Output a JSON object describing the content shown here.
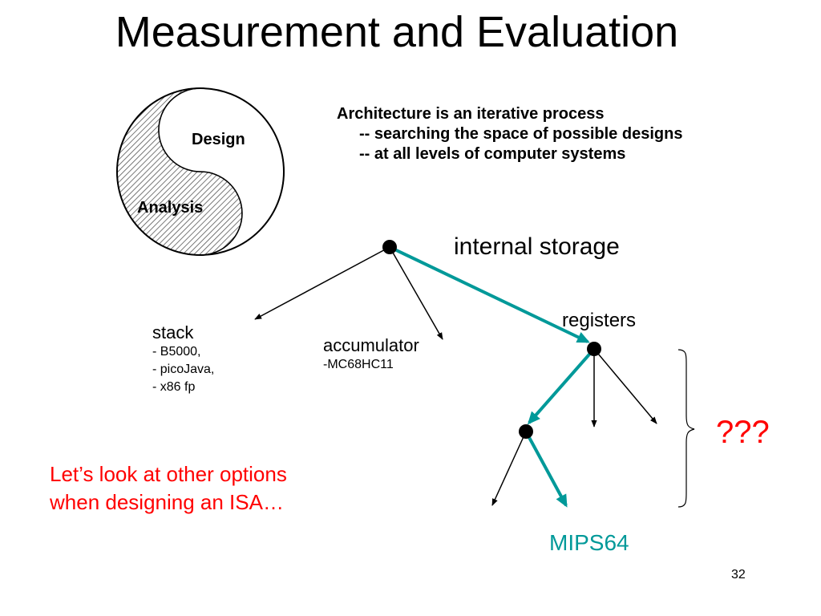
{
  "slide": {
    "title": "Measurement and Evaluation",
    "page_number": "32"
  },
  "yin_yang": {
    "design_label": "Design",
    "analysis_label": "Analysis"
  },
  "architecture": {
    "line1": "Architecture is an iterative process",
    "line2": "-- searching the space  of possible designs",
    "line3": "-- at all levels of computer systems"
  },
  "tree": {
    "root_label": "internal storage",
    "registers_label": "registers",
    "stack": {
      "label": "stack",
      "examples": [
        "- B5000,",
        "- picoJava,",
        "- x86 fp"
      ]
    },
    "accumulator": {
      "label": "accumulator",
      "example": "-MC68HC11"
    },
    "unknown_label": "???",
    "mips_label": "MIPS64"
  },
  "callout": {
    "line1": "Let’s look at other options",
    "line2": "when designing an ISA…"
  },
  "colors": {
    "highlight_path": "#009999",
    "callout_text": "#ff0000",
    "default_text": "#000000"
  }
}
